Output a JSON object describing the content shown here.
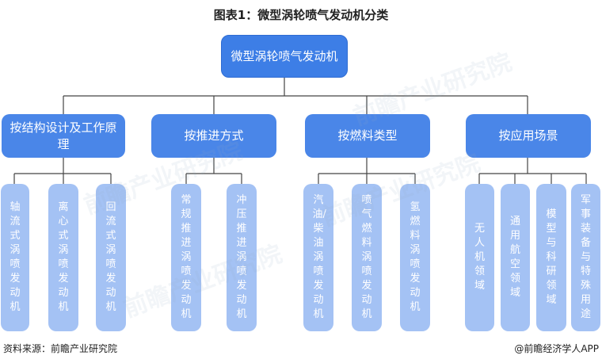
{
  "title": "图表1：微型涡轮喷气发动机分类",
  "root": "微型涡轮喷气发动机",
  "categories": [
    {
      "label": "按结构设计及工作原理",
      "children": [
        "轴流式涡喷发动机",
        "离心式涡喷发动机",
        "回流式涡喷发动机"
      ]
    },
    {
      "label": "按推进方式",
      "children": [
        "常规推进涡喷发动机",
        "冲压推进涡喷发动机"
      ]
    },
    {
      "label": "按燃料类型",
      "children": [
        "汽油/柴油涡喷发动机",
        "喷气燃料涡喷发动机",
        "氢燃料涡喷发动机"
      ]
    },
    {
      "label": "按应用场景",
      "children": [
        "无人机领域",
        "通用航空领域",
        "模型与科研领域",
        "军事装备与特殊用途"
      ]
    }
  ],
  "footer": {
    "source": "资料来源：前瞻产业研究院",
    "brand": "@前瞻经济学人APP"
  },
  "watermark": "前瞻产业研究院",
  "colors": {
    "root": "#3d7ee6",
    "category": "#4a86e8",
    "leaf": "#a4c2f4",
    "line": "#444444"
  }
}
